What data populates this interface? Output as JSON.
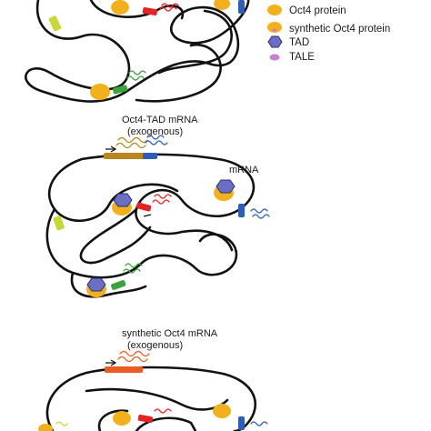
{
  "legend": {
    "items": [
      {
        "label": "Oct4 protein",
        "icon": "oct4-protein-icon"
      },
      {
        "label": "synthetic Oct4 protein",
        "icon": "synthetic-oct4-protein-icon"
      },
      {
        "label": "TAD",
        "icon": "tad-icon"
      },
      {
        "label": "TALE",
        "icon": "tale-icon"
      }
    ]
  },
  "panels": {
    "middle": {
      "caption_line1": "Oct4-TAD mRNA",
      "caption_line2": "(exogenous)",
      "mrna_label": "mRNA"
    },
    "bottom": {
      "caption_line1": "synthetic Oct4 mRNA",
      "caption_line2": "(exogenous)"
    }
  },
  "colors": {
    "chromatin": "#111111",
    "oct4": "#f2b11c",
    "tad": "#6b6fc4",
    "tale": "#c77fd0",
    "red_gene": "#e52325",
    "blue_gene": "#2f5db5",
    "green_gene": "#3aa33a",
    "yellow_gene": "#c7d93a",
    "gold_transgene": "#b8861e",
    "orange_transgene": "#ee5a24"
  }
}
